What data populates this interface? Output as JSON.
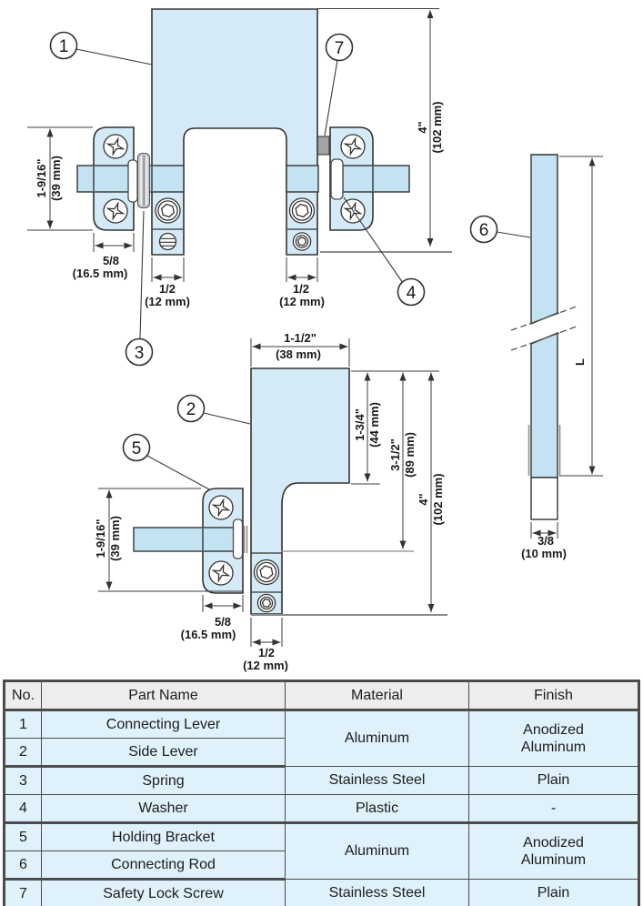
{
  "diagram": {
    "callouts": {
      "c1": "1",
      "c2": "2",
      "c3": "3",
      "c4": "4",
      "c5": "5",
      "c6": "6",
      "c7": "7"
    },
    "view_top": {
      "height_in": "4\"",
      "height_mm": "(102 mm)",
      "bracket_height_in": "1-9/16\"",
      "bracket_height_mm": "(39 mm)",
      "bracket_width_in": "5/8",
      "bracket_width_mm": "(16.5 mm)",
      "left_leg_in": "1/2",
      "left_leg_mm": "(12 mm)",
      "right_leg_in": "1/2",
      "right_leg_mm": "(12 mm)"
    },
    "view_side": {
      "width_in": "1-1/2\"",
      "width_mm": "(38 mm)",
      "upper_in": "1-3/4\"",
      "upper_mm": "(44 mm)",
      "middle_in": "3-1/2\"",
      "middle_mm": "(89 mm)",
      "height_in": "4\"",
      "height_mm": "(102 mm)",
      "bracket_height_in": "1-9/16\"",
      "bracket_height_mm": "(39 mm)",
      "bracket_width_in": "5/8",
      "bracket_width_mm": "(16.5 mm)",
      "leg_in": "1/2",
      "leg_mm": "(12 mm)"
    },
    "view_rod": {
      "length_label": "L",
      "width_in": "3/8",
      "width_mm": "(10 mm)"
    }
  },
  "table": {
    "headers": [
      "No.",
      "Part Name",
      "Material",
      "Finish"
    ],
    "rows": [
      {
        "no": "1",
        "part": "Connecting Lever",
        "material": "Aluminum",
        "finish": "Anodized\nAluminum"
      },
      {
        "no": "2",
        "part": "Side Lever"
      },
      {
        "no": "3",
        "part": "Spring",
        "material": "Stainless Steel",
        "finish": "Plain"
      },
      {
        "no": "4",
        "part": "Washer",
        "material": "Plastic",
        "finish": "-"
      },
      {
        "no": "5",
        "part": "Holding Bracket",
        "material": "Aluminum",
        "finish": "Anodized\nAluminum"
      },
      {
        "no": "6",
        "part": "Connecting Rod"
      },
      {
        "no": "7",
        "part": "Safety Lock Screw",
        "material": "Stainless Steel",
        "finish": "Plain"
      }
    ]
  },
  "colors": {
    "part_fill": "#d5eaf7",
    "glass_fill": "#c3e3f3",
    "table_cell": "#dff2fc",
    "table_header": "#ededed"
  }
}
